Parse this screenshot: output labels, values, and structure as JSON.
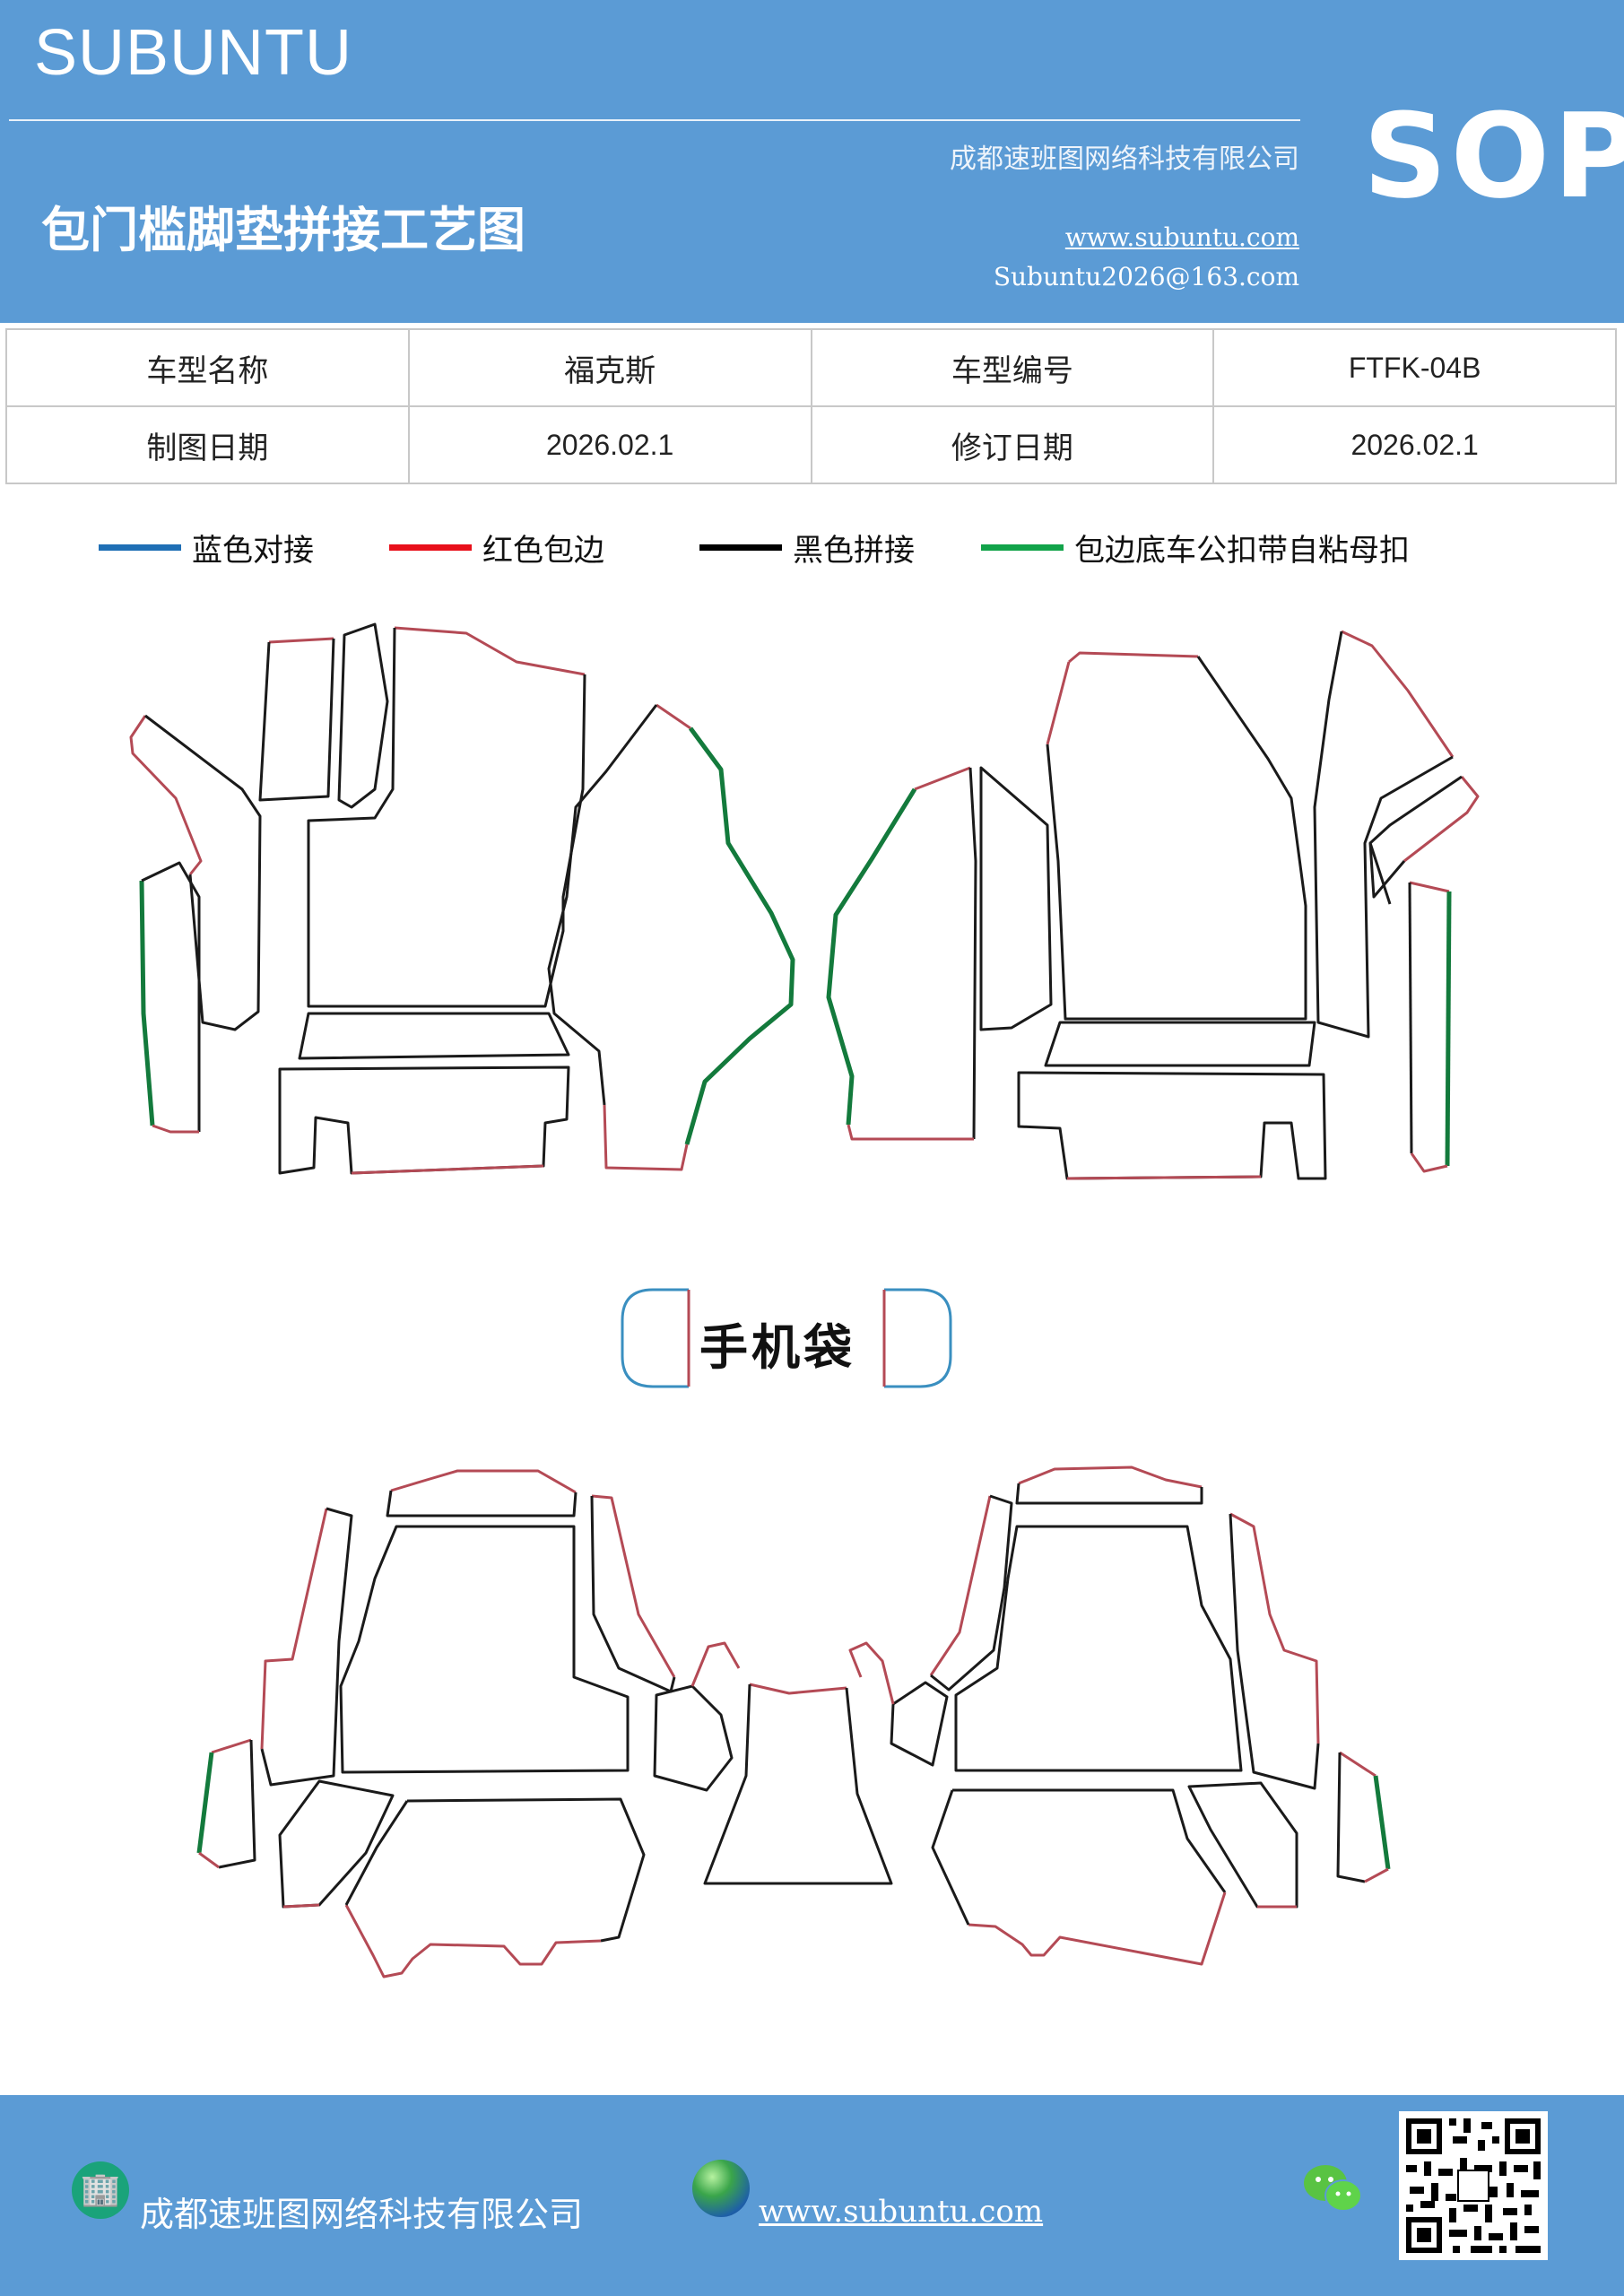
{
  "header": {
    "brand": "SUBUNTU",
    "company": "成都速班图网络科技有限公司",
    "title": "包门槛脚垫拼接工艺图",
    "website": "www.subuntu.com",
    "email": "Subuntu2026@163.com",
    "badge": "SOP",
    "bg_color": "#5b9bd5"
  },
  "info_table": {
    "rows": [
      [
        "车型名称",
        "福克斯",
        "车型编号",
        "FTFK-04B"
      ],
      [
        "制图日期",
        "2026.02.1",
        "修订日期",
        "2026.02.1"
      ]
    ]
  },
  "legend": [
    {
      "label": "蓝色对接",
      "color": "#1f6fb5"
    },
    {
      "label": "红色包边",
      "color": "#e8101a"
    },
    {
      "label": "黑色拼接",
      "color": "#000000"
    },
    {
      "label": "包边底车公扣带自粘母扣",
      "color": "#12a34a"
    }
  ],
  "drawing": {
    "phone_bag_label": "手机袋",
    "stroke_colors": {
      "seam": "#1a1a1a",
      "binding": "#b44a55",
      "hook": "#137a3c",
      "butt": "#3a8fc0"
    }
  },
  "footer": {
    "company": "成都速班图网络科技有限公司",
    "website": "www.subuntu.com",
    "icons": [
      "building-icon",
      "globe-icon",
      "wechat-icon",
      "qr-code"
    ]
  }
}
